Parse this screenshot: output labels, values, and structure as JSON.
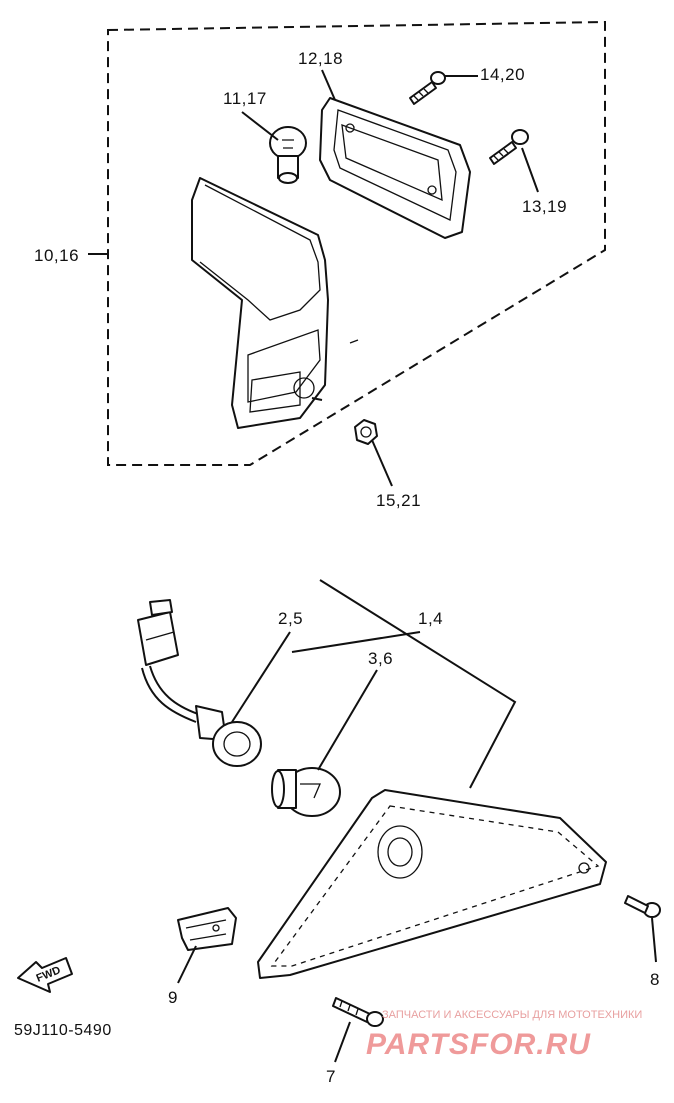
{
  "callouts": {
    "c10_16": "10,16",
    "c11_17": "11,17",
    "c12_18": "12,18",
    "c14_20": "14,20",
    "c13_19": "13,19",
    "c15_21": "15,21",
    "c2_5": "2,5",
    "c1_4": "1,4",
    "c3_6": "3,6",
    "c8": "8",
    "c9": "9",
    "c7": "7"
  },
  "diagram_code": "59J110-5490",
  "fwd_label": "FWD",
  "watermark": {
    "tagline": "ЗАПЧАСТИ И АКСЕССУАРЫ ДЛЯ МОТОТЕХНИКИ",
    "logo": "PARTSFOR.RU",
    "color": "#ef9a9a"
  },
  "colors": {
    "ink": "#111111",
    "paper": "#ffffff"
  }
}
